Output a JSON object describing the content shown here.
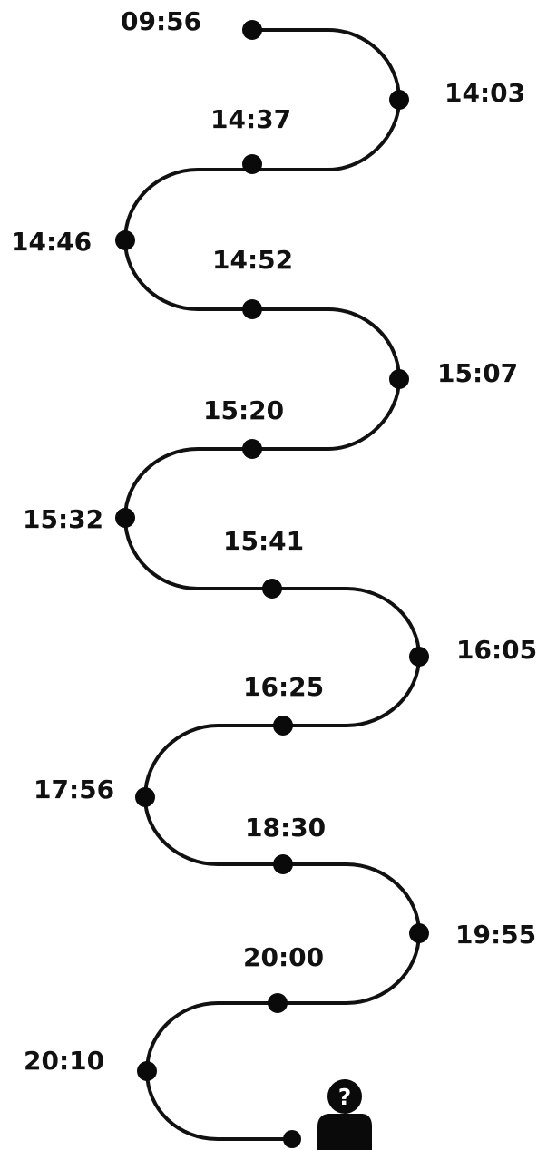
{
  "colors": {
    "line": "#111111",
    "dot": "#0a0a0a",
    "text": "#111111",
    "background": "#ffffff"
  },
  "timeline": {
    "events": [
      {
        "time": "09:56"
      },
      {
        "time": "14:03"
      },
      {
        "time": "14:37"
      },
      {
        "time": "14:46"
      },
      {
        "time": "14:52"
      },
      {
        "time": "15:07"
      },
      {
        "time": "15:20"
      },
      {
        "time": "15:32"
      },
      {
        "time": "15:41"
      },
      {
        "time": "16:05"
      },
      {
        "time": "16:25"
      },
      {
        "time": "17:56"
      },
      {
        "time": "18:30"
      },
      {
        "time": "19:55"
      },
      {
        "time": "20:00"
      },
      {
        "time": "20:10"
      }
    ],
    "end_icon": "person-question-icon"
  }
}
